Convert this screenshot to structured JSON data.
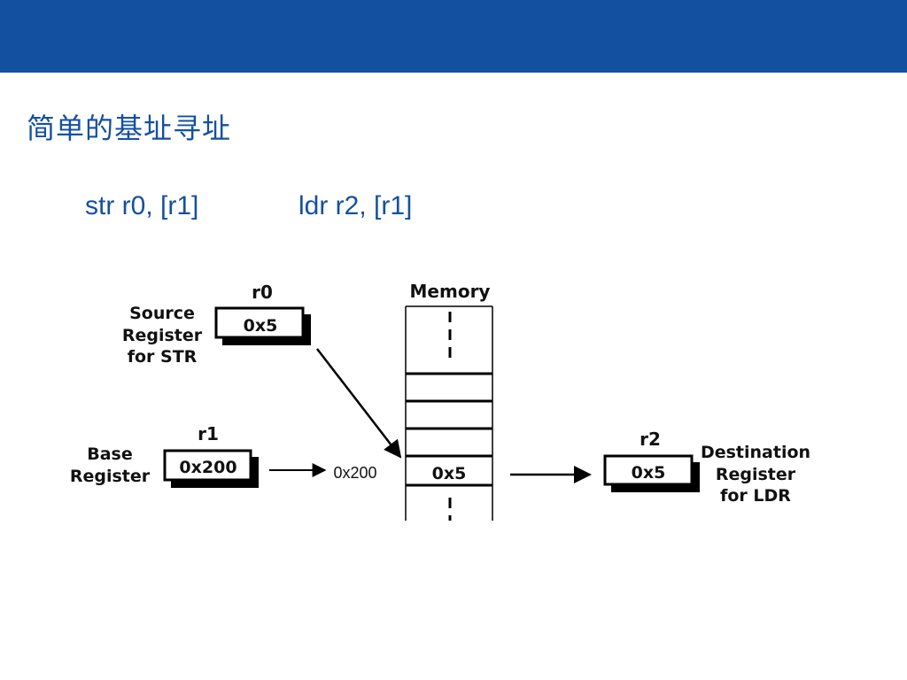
{
  "slide": {
    "title": "简单的基址寻址",
    "instructions": {
      "store": "str r0, [r1]",
      "load": "ldr r2, [r1]"
    },
    "colors": {
      "band": "#1450a0",
      "text": "#1450a0"
    }
  },
  "diagram": {
    "memory": {
      "heading": "Memory",
      "cell_value": "0x5"
    },
    "address_label": "0x200",
    "registers": {
      "r0": {
        "name": "r0",
        "value": "0x5",
        "caption": [
          "Source",
          "Register",
          "for STR"
        ]
      },
      "r1": {
        "name": "r1",
        "value": "0x200",
        "caption": [
          "Base",
          "Register"
        ]
      },
      "r2": {
        "name": "r2",
        "value": "0x5",
        "caption": [
          "Destination",
          "Register",
          "for LDR"
        ]
      }
    }
  }
}
